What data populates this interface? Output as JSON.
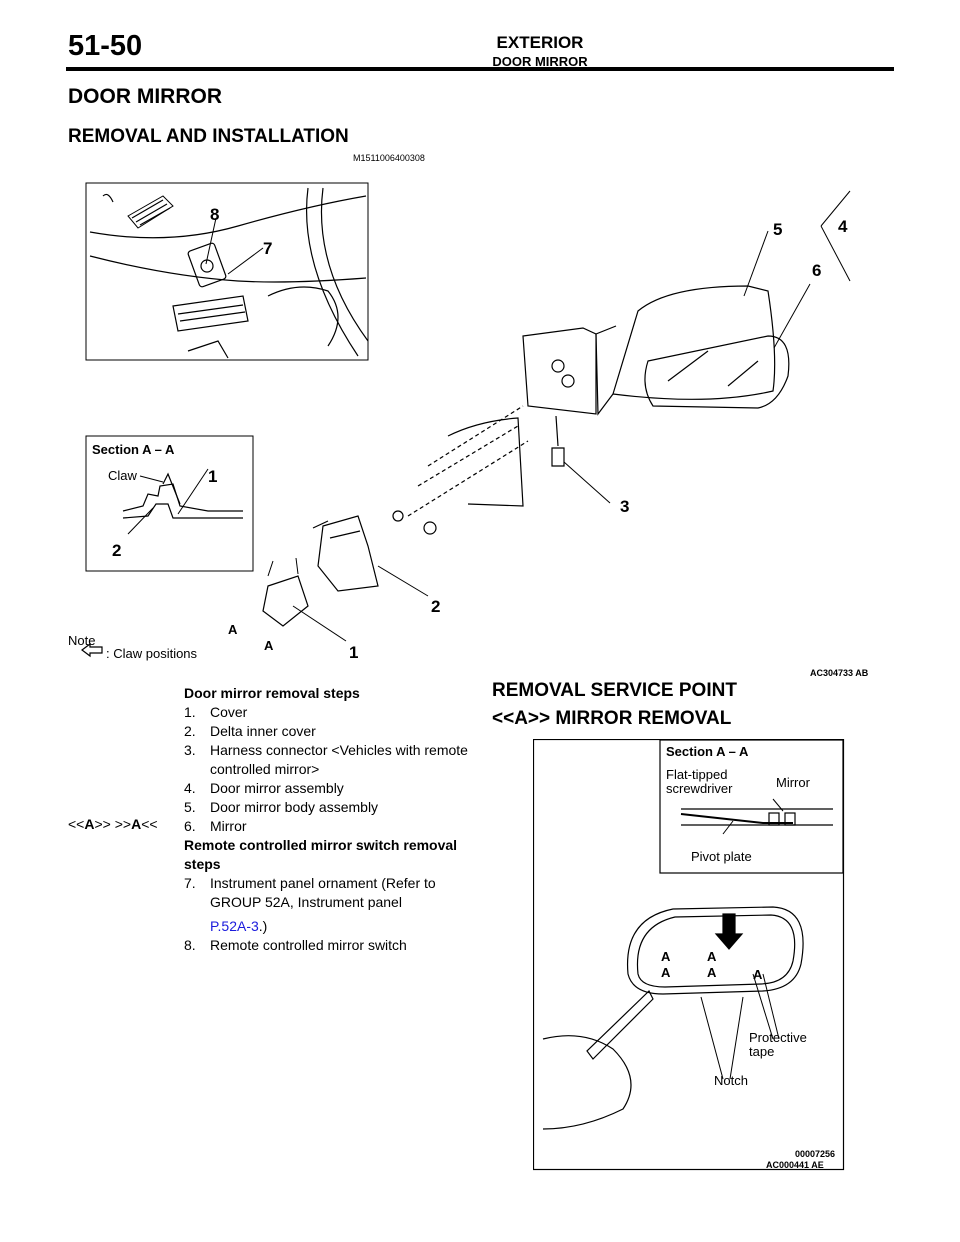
{
  "header": {
    "page_number": "51-50",
    "section": "EXTERIOR",
    "subsection": "DOOR MIRROR"
  },
  "main": {
    "title": "DOOR MIRROR",
    "subtitle": "REMOVAL AND INSTALLATION",
    "doc_code": "M1511006400308"
  },
  "figure1": {
    "code": "AC304733 AB",
    "section_label": "Section A – A",
    "claw_label": "Claw",
    "note_label": "Note",
    "claw_positions": ": Claw positions",
    "callouts": [
      "1",
      "2",
      "3",
      "4",
      "5",
      "6",
      "7",
      "8"
    ],
    "section_letter": "A"
  },
  "steps": {
    "heading1": "Door mirror removal steps",
    "items1": [
      {
        "num": "1.",
        "text": "Cover"
      },
      {
        "num": "2.",
        "text": "Delta inner cover"
      },
      {
        "num": "3.",
        "text": "Harness connector <Vehicles with remote controlled mirror>"
      },
      {
        "num": "4.",
        "text": "Door mirror assembly"
      },
      {
        "num": "5.",
        "text": "Door mirror body assembly"
      },
      {
        "num": "6.",
        "text": "Mirror"
      }
    ],
    "step6_ref_prefix": "<<",
    "step6_ref_a": "A",
    "step6_ref_mid": ">>  >>",
    "step6_ref_suffix": "<<",
    "heading2": "Remote controlled mirror switch removal steps",
    "items2": [
      {
        "num": "7.",
        "text": "Instrument panel ornament (Refer to GROUP 52A, Instrument panel"
      },
      {
        "num": "8.",
        "text": "Remote controlled mirror switch"
      }
    ],
    "step7_link": "P.52A-3",
    "step7_tail": ".)"
  },
  "service": {
    "title": "REMOVAL SERVICE POINT",
    "subtitle": "<<A>> MIRROR REMOVAL"
  },
  "figure2": {
    "section_label": "Section A – A",
    "flat_tipped": "Flat-tipped",
    "screwdriver": "screwdriver",
    "mirror": "Mirror",
    "pivot_plate": "Pivot plate",
    "protective": "Protective",
    "tape": "tape",
    "notch": "Notch",
    "code1": "00007256",
    "code2": "AC000441 AE",
    "letter": "A"
  }
}
